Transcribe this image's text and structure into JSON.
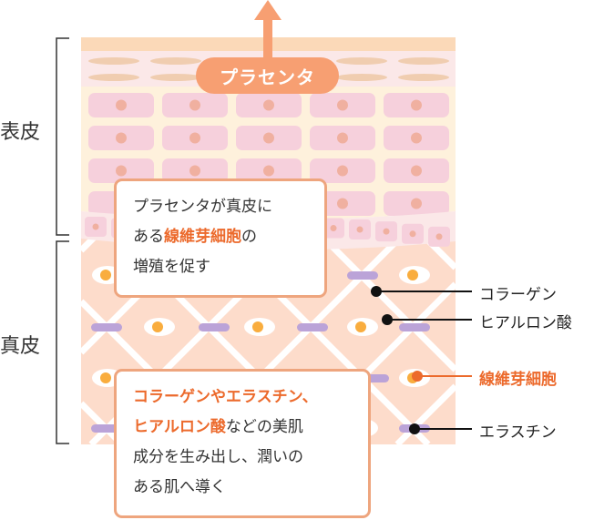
{
  "layers": {
    "epidermis": "表皮",
    "dermis": "真皮"
  },
  "placenta_label": "プラセンタ",
  "box1": {
    "line1": "プラセンタが真皮に",
    "line2_pre": "ある",
    "line2_hl": "線維芽細胞",
    "line2_post": "の",
    "line3": "増殖を促す"
  },
  "box2": {
    "line1_hl": "コラーゲンやエラスチン、",
    "line2_hl": "ヒアルロン酸",
    "line2_post": "などの美肌",
    "line3": "成分を生み出し、潤いの",
    "line4": "ある肌へ導く"
  },
  "callouts": {
    "collagen": "コラーゲン",
    "hyaluronic": "ヒアルロン酸",
    "fibroblast": "線維芽細胞",
    "elastin": "エラスチン"
  },
  "colors": {
    "accent": "#ec6a2c",
    "pill": "#f79f72",
    "border": "#eea57e",
    "dermis": "#fddccb",
    "elastin": "#bba3d8",
    "nucleus": "#f9ad3e"
  }
}
